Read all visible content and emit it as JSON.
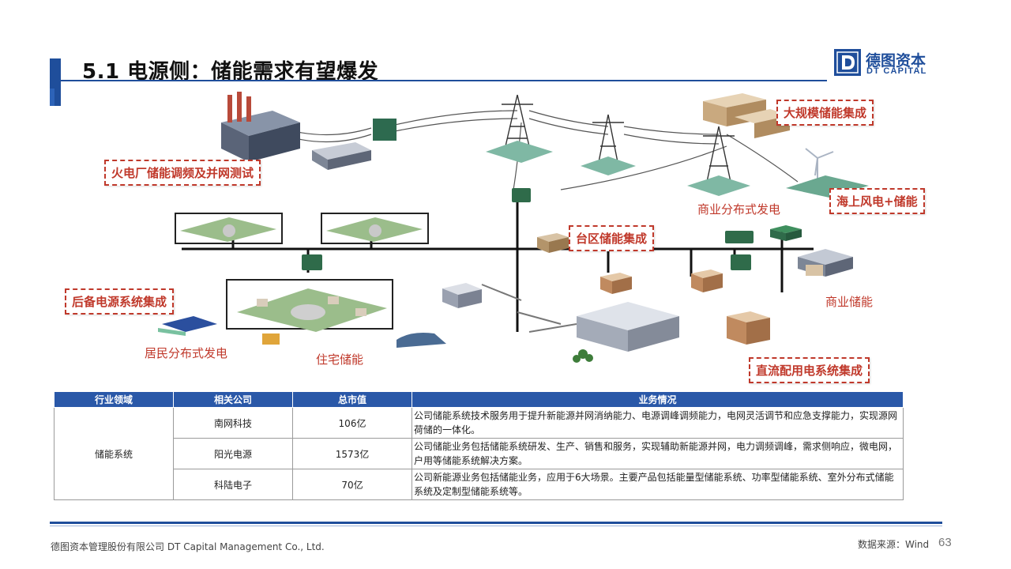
{
  "header": {
    "title": "5.1 电源侧：储能需求有望爆发",
    "logo_cn": "德图资本",
    "logo_en": "DT CAPITAL"
  },
  "diagram": {
    "callouts": {
      "thermal": "火电厂储能调频及并网测试",
      "large_scale": "大规模储能集成",
      "offshore_wind": "海上风电+储能",
      "district": "台区储能集成",
      "backup_power": "后备电源系统集成",
      "dc_distribution": "直流配用电系统集成"
    },
    "labels": {
      "commercial_dg": "商业分布式发电",
      "commercial_storage": "商业储能",
      "residential_dg": "居民分布式发电",
      "residential_storage": "住宅储能"
    }
  },
  "table": {
    "headers": [
      "行业领域",
      "相关公司",
      "总市值",
      "业务情况"
    ],
    "sector": "储能系统",
    "rows": [
      {
        "company": "南网科技",
        "cap": "106亿",
        "desc": "公司储能系统技术服务用于提升新能源并网消纳能力、电源调峰调频能力，电网灵活调节和应急支撑能力，实现源网荷储的一体化。"
      },
      {
        "company": "阳光电源",
        "cap": "1573亿",
        "desc": "公司储能业务包括储能系统研发、生产、销售和服务，实现辅助新能源并网，电力调频调峰，需求侧响应，微电网，户用等储能系统解决方案。"
      },
      {
        "company": "科陆电子",
        "cap": "70亿",
        "desc": "公司新能源业务包括储能业务，应用于6大场景。主要产品包括能量型储能系统、功率型储能系统、室外分布式储能系统及定制型储能系统等。"
      }
    ]
  },
  "footer": {
    "company": "德图资本管理股份有限公司  DT Capital Management  Co., Ltd.",
    "source": "数据来源：Wind",
    "page": "63"
  },
  "colors": {
    "brand_blue": "#1f4e9b",
    "table_header": "#2a58a8",
    "callout_red": "#c0392b"
  }
}
